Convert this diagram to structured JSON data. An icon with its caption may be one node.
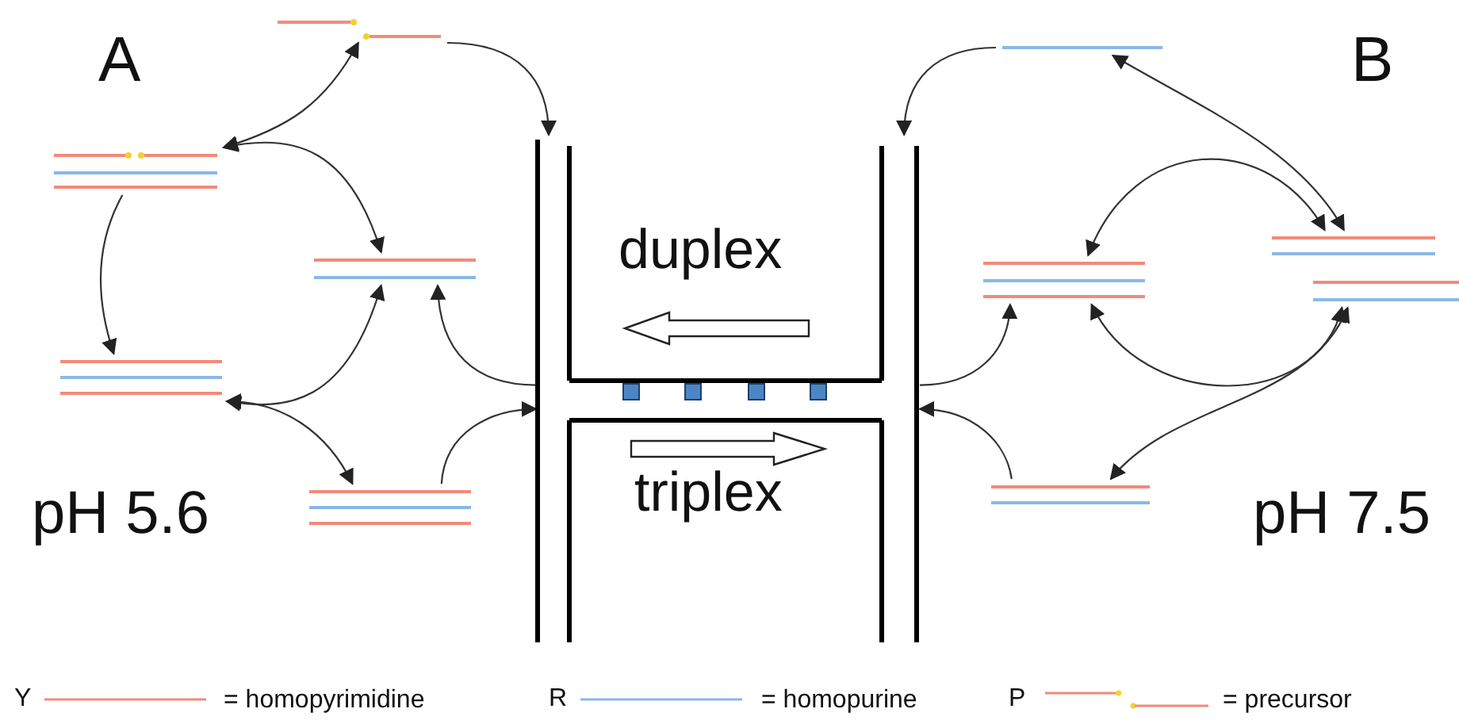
{
  "diagram": {
    "nodes": [
      {
        "text": [],
        "shape": "lines"
      },
      {
        "text": [],
        "shape": "lines"
      },
      {
        "text": [],
        "shape": "lines"
      },
      {
        "text": [],
        "shape": "lines"
      },
      {
        "text": [
          "duplex",
          "triplex"
        ]
      },
      {
        "text": [],
        "shape": "lines"
      },
      {
        "text": [],
        "shape": "lines"
      },
      {
        "text": [],
        "shape": "lines"
      },
      {
        "text": [],
        "shape": "lines"
      },
      {
        "text": [],
        "shape": "lines"
      }
    ],
    "edges": [
      {
        "from": 0,
        "to": 4,
        "arrow": "to"
      },
      {
        "from": 1,
        "to": 4,
        "arrow": "to"
      },
      {
        "from": 2,
        "to": 0,
        "arrow": "both"
      },
      {
        "from": 2,
        "to": 3,
        "arrow": "both"
      },
      {
        "from": 2,
        "to": 7,
        "arrow": "to"
      },
      {
        "from": 6,
        "to": 1,
        "arrow": "both"
      },
      {
        "from": 6,
        "to": 5,
        "arrow": "both"
      },
      {
        "from": 4,
        "to": 3,
        "arrow": "to"
      },
      {
        "from": 4,
        "to": 5,
        "arrow": "to"
      },
      {
        "from": 6,
        "to": 5,
        "arrow": "both"
      },
      {
        "from": 6,
        "to": 9,
        "arrow": "both"
      },
      {
        "from": 7,
        "to": 3,
        "arrow": "both"
      },
      {
        "from": 7,
        "to": 8,
        "arrow": "both"
      },
      {
        "from": 8,
        "to": 4,
        "arrow": "to"
      },
      {
        "from": 9,
        "to": 4,
        "arrow": "to"
      }
    ],
    "labels": [
      "A",
      "B",
      "pH 5.6",
      "pH 7.5",
      "Y",
      "R",
      "P"
    ],
    "legend": [
      {
        "text": "= homopyrimidine",
        "color": "#f28b7a"
      },
      {
        "text": "= homopurine",
        "color": "#8ab8e6"
      },
      {
        "text": "= precursor"
      }
    ]
  }
}
